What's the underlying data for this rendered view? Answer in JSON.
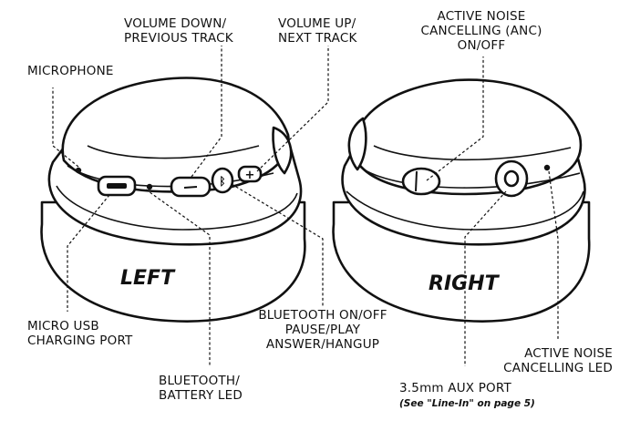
{
  "labels": {
    "volume_down": [
      "VOLUME DOWN/",
      "PREVIOUS TRACK"
    ],
    "volume_up": [
      "VOLUME UP/",
      "NEXT TRACK"
    ],
    "anc_switch": [
      "ACTIVE NOISE",
      "CANCELLING (ANC)",
      "ON/OFF"
    ],
    "microphone": [
      "MICROPHONE"
    ],
    "micro_usb": [
      "MICRO USB",
      "CHARGING PORT"
    ],
    "bluetooth_button": [
      "BLUETOOTH ON/OFF",
      "PAUSE/PLAY",
      "ANSWER/HANGUP"
    ],
    "bluetooth_led": [
      "BLUETOOTH/",
      "BATTERY LED"
    ],
    "anc_led": [
      "ACTIVE NOISE",
      "CANCELLING LED"
    ],
    "aux_port": [
      "3.5mm AUX PORT"
    ],
    "aux_note": "(See \"Line-In\" on page 5)"
  },
  "sides": {
    "left": "LEFT",
    "right": "RIGHT"
  }
}
